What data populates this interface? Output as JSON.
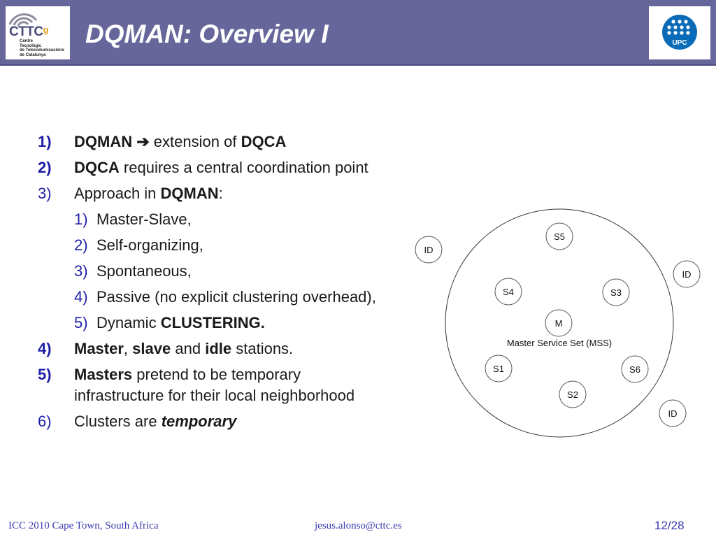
{
  "header": {
    "title": "DQMAN: Overview I",
    "logo_left": {
      "brand": "CTTC",
      "subtitle_lines": [
        "Centre",
        "Tecnològic",
        "de Telecomunicacions",
        "de Catalunya"
      ]
    },
    "logo_right": {
      "brand": "UPC"
    }
  },
  "items": [
    {
      "num": "1)",
      "parts": [
        "DQMAN",
        "extension of",
        "DQCA"
      ]
    },
    {
      "num": "2)",
      "parts": [
        "DQCA",
        "requires a central coordination point"
      ]
    },
    {
      "num": "3)",
      "parts": [
        "Approach in",
        "DQMAN",
        ":"
      ]
    },
    {
      "num": "1)",
      "text": "Master-Slave,"
    },
    {
      "num": "2)",
      "text": "Self-organizing,"
    },
    {
      "num": "3)",
      "text": "Spontaneous,"
    },
    {
      "num": "4)",
      "text": "Passive (no explicit clustering overhead),"
    },
    {
      "num": "5)",
      "parts": [
        "Dynamic",
        "CLUSTERING."
      ]
    },
    {
      "num": "4)",
      "parts": [
        "Master",
        ",",
        "slave",
        "and",
        "idle",
        "stations."
      ]
    },
    {
      "num": "5)",
      "parts": [
        "Masters",
        "pretend to be temporary",
        "infrastructure for their local neighborhood"
      ]
    },
    {
      "num": "6)",
      "parts": [
        "Clusters are",
        "temporary"
      ]
    }
  ],
  "diagram": {
    "set_label": "Master Service Set (MSS)",
    "nodes": [
      "S5",
      "S4",
      "S3",
      "M",
      "S1",
      "S6",
      "S2"
    ],
    "idle_nodes": [
      "ID",
      "ID",
      "ID"
    ]
  },
  "footer": {
    "conference": "ICC 2010 Cape Town, South Africa",
    "email": "jesus.alonso@cttc.es",
    "page": "12/28"
  },
  "colors": {
    "header_bg": "#66669a",
    "number_blue": "#1f1fa8",
    "footer_blue": "#3b3bb0"
  }
}
